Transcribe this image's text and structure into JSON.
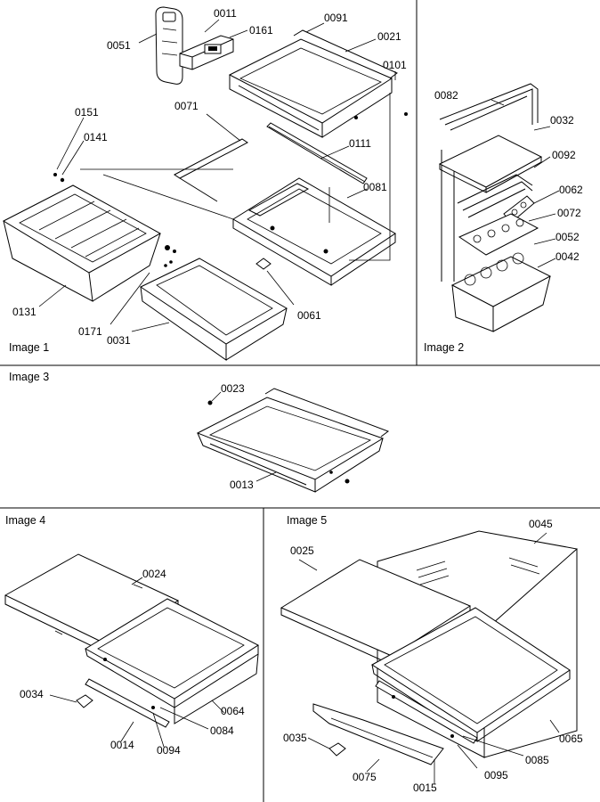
{
  "panels": [
    {
      "title": "Image 1"
    },
    {
      "title": "Image 2"
    },
    {
      "title": "Image 3"
    },
    {
      "title": "Image 4"
    },
    {
      "title": "Image 5"
    }
  ],
  "callouts": {
    "p1": [
      "0011",
      "0051",
      "0161",
      "0091",
      "0021",
      "0101",
      "0151",
      "0141",
      "0071",
      "0111",
      "0081",
      "0131",
      "0171",
      "0031",
      "0061"
    ],
    "p2": [
      "0082",
      "0032",
      "0092",
      "0062",
      "0072",
      "0052",
      "0042"
    ],
    "p3": [
      "0023",
      "0013"
    ],
    "p4": [
      "0024",
      "0034",
      "0064",
      "0084",
      "0014",
      "0094"
    ],
    "p5": [
      "0025",
      "0045",
      "0035",
      "0065",
      "0085",
      "0075",
      "0015",
      "0095"
    ]
  }
}
